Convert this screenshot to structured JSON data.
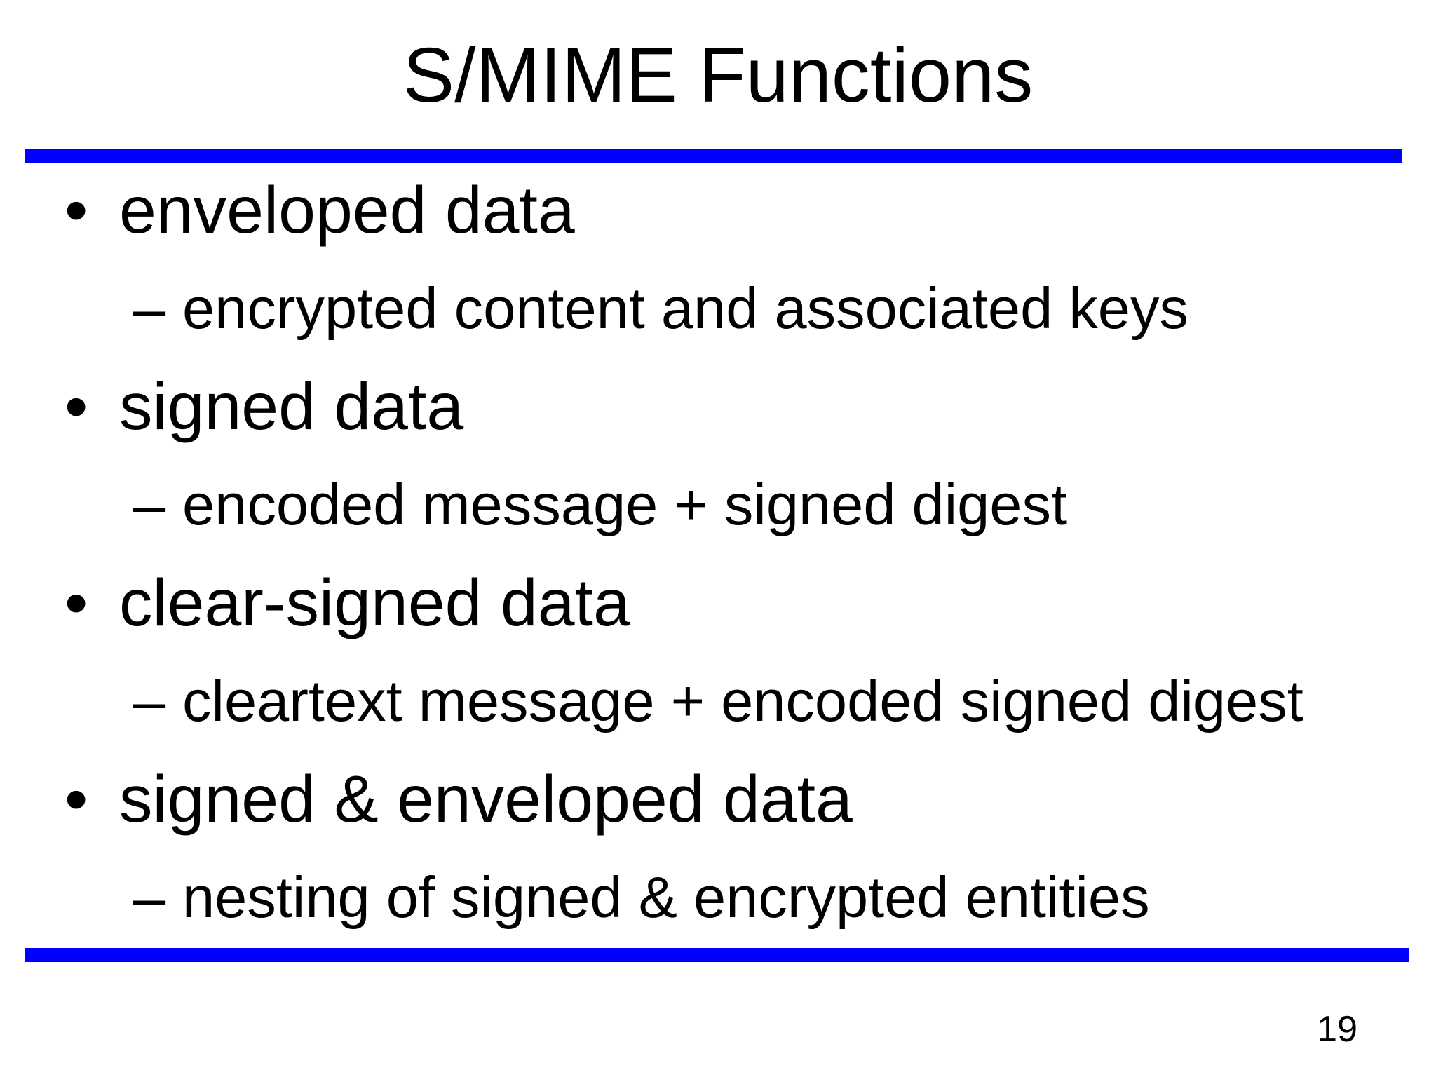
{
  "slide": {
    "title": "S/MIME Functions",
    "page_number": "19",
    "accent_color": "#0000FF",
    "text_color": "#000000",
    "background_color": "#FFFFFF",
    "bullet_marker": "•",
    "sub_bullet_marker": "–",
    "bullets": [
      {
        "label": "enveloped data",
        "detail": "encrypted content and associated keys"
      },
      {
        "label": "signed data",
        "detail": "encoded message + signed digest"
      },
      {
        "label": "clear-signed data",
        "detail": "cleartext message + encoded signed digest"
      },
      {
        "label": "signed & enveloped data",
        "detail": "nesting of signed & encrypted entities"
      }
    ]
  }
}
